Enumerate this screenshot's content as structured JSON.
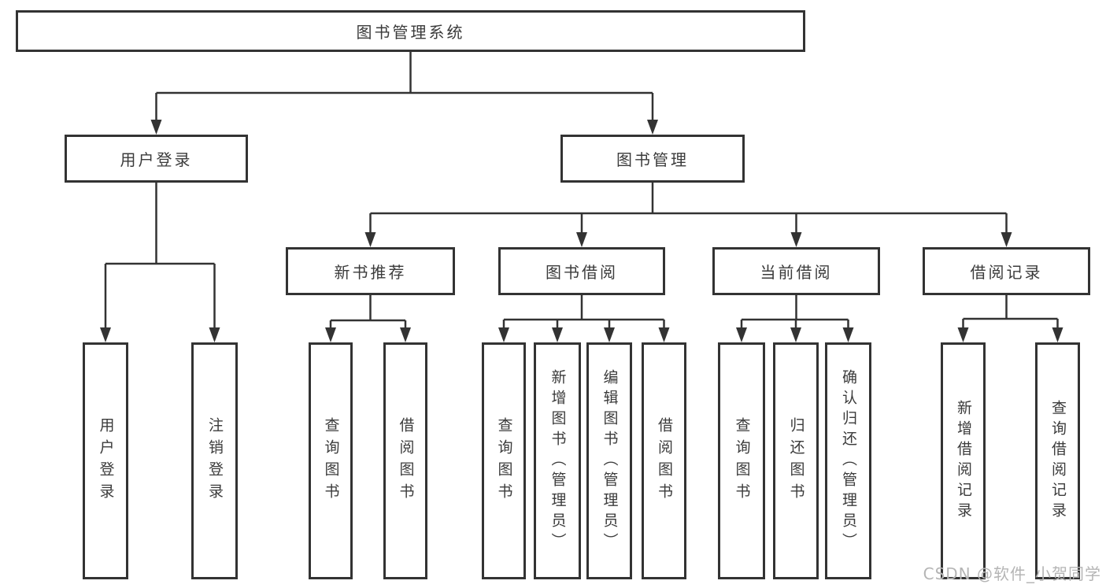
{
  "colors": {
    "line": "#333333",
    "box_border": "#333333",
    "box_fill": "#ffffff",
    "text": "#3b3b3b",
    "watermark": "#b5b5b5",
    "background": "#ffffff"
  },
  "watermark": {
    "text": "CSDN @软件_小贺同学"
  },
  "diagram": {
    "type": "hierarchy-tree",
    "root": {
      "label": "图书管理系统",
      "children": [
        {
          "label": "用户登录",
          "children": [
            {
              "label": "用户登录"
            },
            {
              "label": "注销登录"
            }
          ]
        },
        {
          "label": "图书管理",
          "children": [
            {
              "label": "新书推荐",
              "children": [
                {
                  "label": "查询图书"
                },
                {
                  "label": "借阅图书"
                }
              ]
            },
            {
              "label": "图书借阅",
              "children": [
                {
                  "label": "查询图书"
                },
                {
                  "label": "新增图书（管理员）"
                },
                {
                  "label": "编辑图书（管理员）"
                },
                {
                  "label": "借阅图书"
                }
              ]
            },
            {
              "label": "当前借阅",
              "children": [
                {
                  "label": "查询图书"
                },
                {
                  "label": "归还图书"
                },
                {
                  "label": "确认归还（管理员）"
                }
              ]
            },
            {
              "label": "借阅记录",
              "children": [
                {
                  "label": "新增借阅记录"
                },
                {
                  "label": "查询借阅记录"
                }
              ]
            }
          ]
        }
      ]
    }
  }
}
